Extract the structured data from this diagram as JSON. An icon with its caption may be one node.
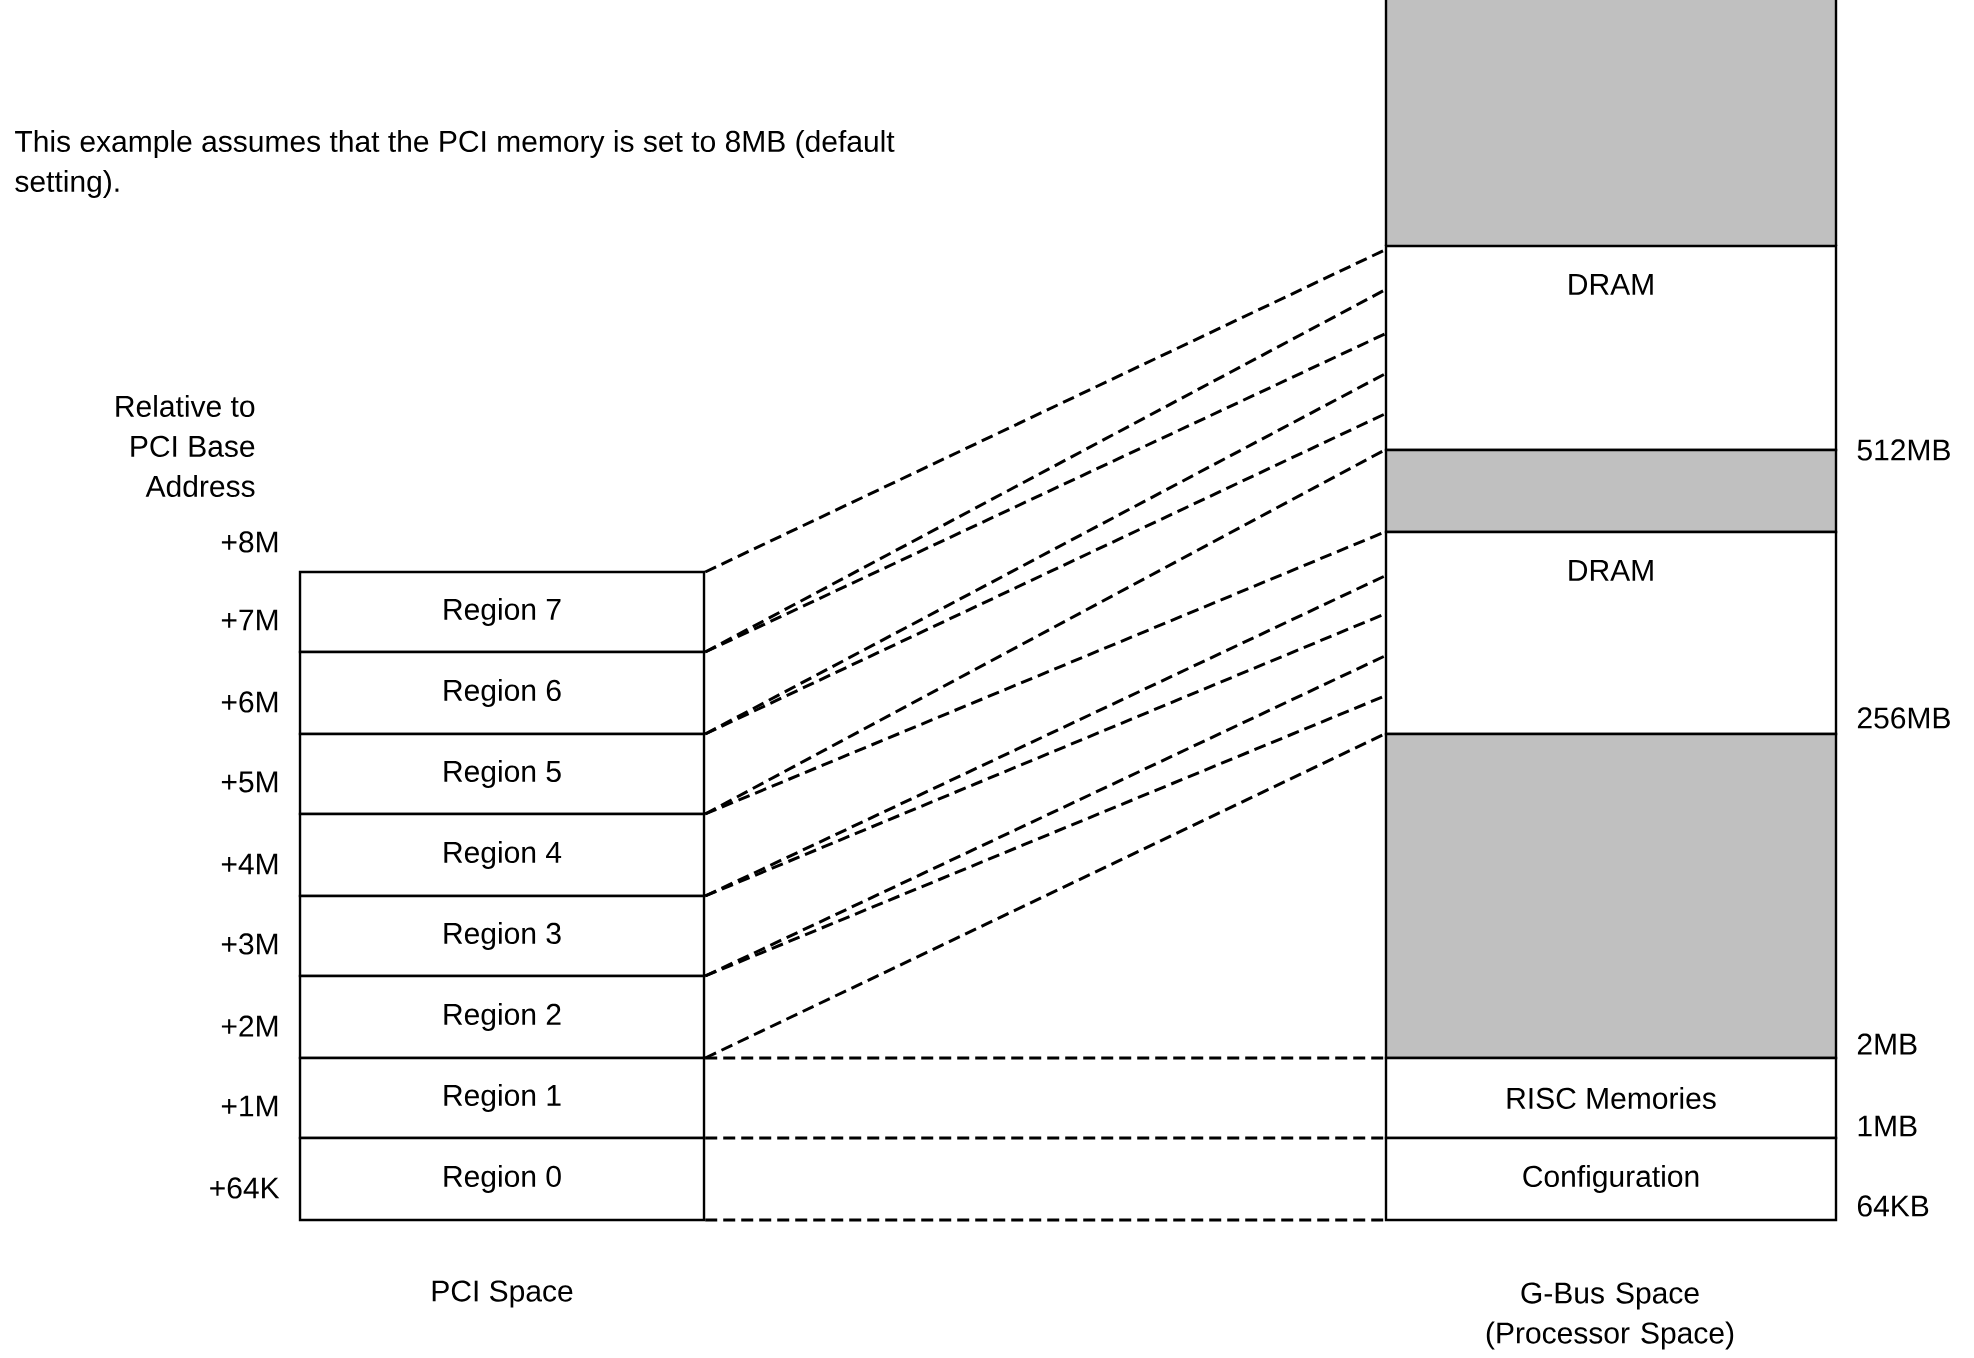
{
  "diagram": {
    "nodes": [
      {
        "text": [
          "Region 7"
        ]
      },
      {
        "text": [
          "Region 6"
        ]
      },
      {
        "text": [
          "Region 5"
        ]
      },
      {
        "text": [
          "Region 4"
        ]
      },
      {
        "text": [
          "Region 3"
        ]
      },
      {
        "text": [
          "Region 2"
        ]
      },
      {
        "text": [
          "Region 1"
        ]
      },
      {
        "text": [
          "Region 0"
        ]
      },
      {
        "text": [],
        "shape": "box"
      },
      {
        "text": [
          "DRAM"
        ]
      },
      {
        "text": [],
        "shape": "box"
      },
      {
        "text": [
          "DRAM"
        ]
      },
      {
        "text": [],
        "shape": "box"
      },
      {
        "text": [
          "RISC Memories"
        ]
      },
      {
        "text": [
          "Configuration"
        ]
      }
    ],
    "edges": [
      {
        "from": 0,
        "to": 9,
        "arrow": "none"
      },
      {
        "from": 0,
        "to": 9,
        "arrow": "none"
      },
      {
        "from": 1,
        "to": 9,
        "arrow": "none"
      },
      {
        "from": 1,
        "to": 9,
        "arrow": "none"
      },
      {
        "from": 2,
        "to": 9,
        "arrow": "none"
      },
      {
        "from": 2,
        "to": 9,
        "arrow": "none"
      },
      {
        "from": 3,
        "to": 11,
        "arrow": "none"
      },
      {
        "from": 3,
        "to": 11,
        "arrow": "none"
      },
      {
        "from": 4,
        "to": 11,
        "arrow": "none"
      },
      {
        "from": 4,
        "to": 11,
        "arrow": "none"
      },
      {
        "from": 5,
        "to": 11,
        "arrow": "none"
      },
      {
        "from": 5,
        "to": 11,
        "arrow": "none"
      },
      {
        "from": 6,
        "to": 13,
        "arrow": "none"
      },
      {
        "from": 6,
        "to": 13,
        "arrow": "none"
      },
      {
        "from": 7,
        "to": 14,
        "arrow": "none"
      }
    ],
    "labels": [
      "This example assumes that the PCI memory is set to 8MB (default setting).",
      "Relative to PCI Base Address",
      "512MB",
      "+8M",
      "+7M",
      "+6M",
      "256MB",
      "+5M",
      "+4M",
      "+3M",
      "+2M",
      "2MB",
      "+1M",
      "1MB",
      "+64K",
      "64KB",
      "PCI Space",
      "G-Bus Space (Processor Space)"
    ]
  }
}
